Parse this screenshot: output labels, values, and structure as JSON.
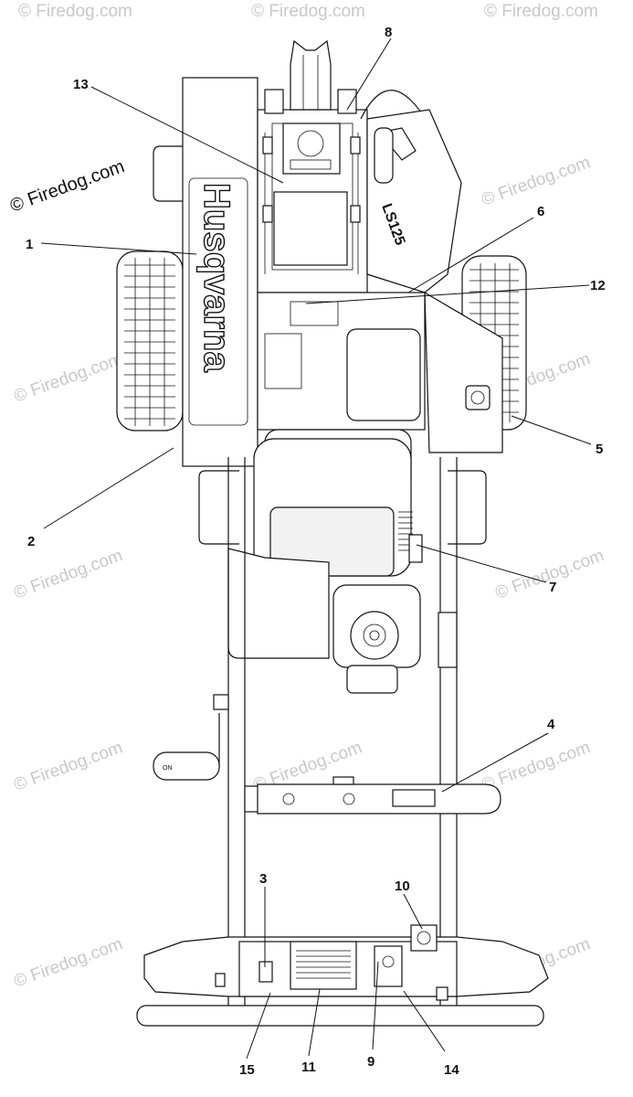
{
  "diagram": {
    "brand_logo_text": "Husqvarna",
    "model_decal_text": "LS125",
    "handle_decal_text": "ON"
  },
  "callouts": [
    "1",
    "2",
    "3",
    "4",
    "5",
    "6",
    "7",
    "8",
    "9",
    "10",
    "11",
    "12",
    "13",
    "14",
    "15"
  ],
  "watermarks": {
    "main": "© Firedog.com",
    "tile": "© Firedog.com"
  },
  "colors": {
    "line": "#111111",
    "watermark": "#c8c8c8",
    "background": "#ffffff"
  }
}
